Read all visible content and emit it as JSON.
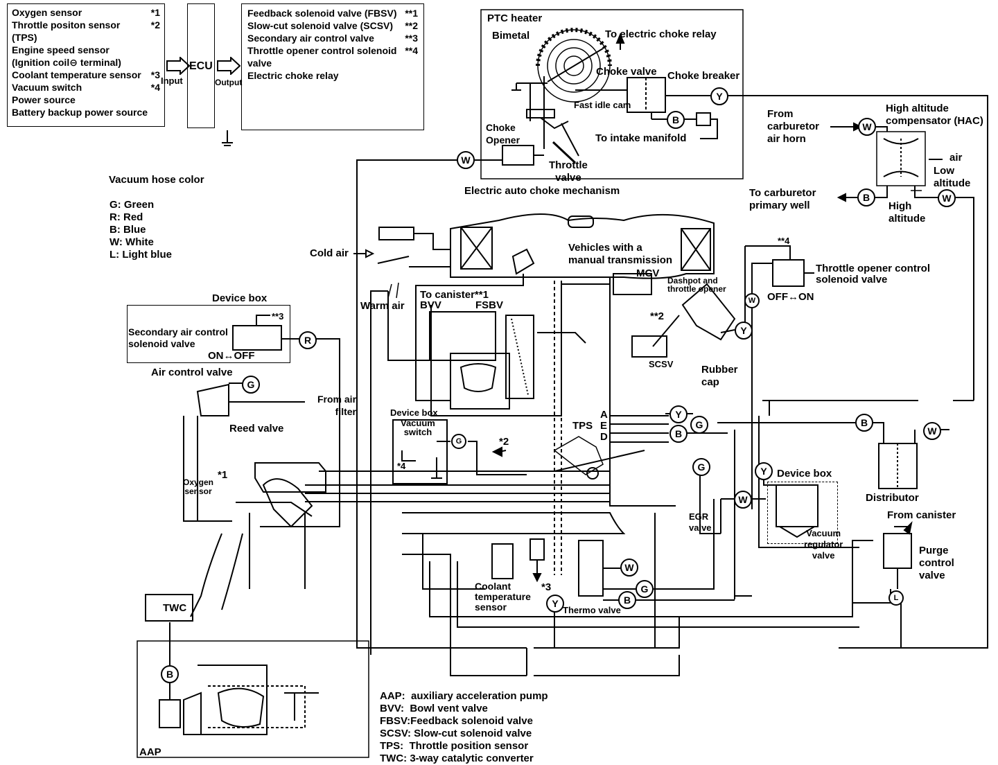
{
  "inputs": [
    {
      "name": "Oxygen sensor",
      "mark": "*1"
    },
    {
      "name": "Throttle positon sensor (TPS)",
      "mark": "*2"
    },
    {
      "name": "Engine speed sensor",
      "mark": ""
    },
    {
      "name": "(Ignition coil⊖ terminal)",
      "mark": ""
    },
    {
      "name": "Coolant temperature sensor",
      "mark": "*3"
    },
    {
      "name": "Vacuum switch",
      "mark": "*4"
    },
    {
      "name": "Power source",
      "mark": ""
    },
    {
      "name": "Battery backup power source",
      "mark": ""
    }
  ],
  "ecu": {
    "label": "ECU",
    "input_label": "Input",
    "output_label": "Output"
  },
  "outputs": [
    {
      "name": "Feedback solenoid valve (FBSV)",
      "mark": "**1"
    },
    {
      "name": "Slow-cut solenoid valve (SCSV)",
      "mark": "**2"
    },
    {
      "name": "Secondary air control valve",
      "mark": "**3"
    },
    {
      "name": "Throttle opener control solenoid valve",
      "mark": "**4"
    },
    {
      "name": "Electric choke relay",
      "mark": ""
    }
  ],
  "choke": {
    "ptc_heater": "PTC heater",
    "bimetal": "Bimetal",
    "to_relay": "To electric choke relay",
    "choke_valve": "Choke valve",
    "choke_breaker": "Choke breaker",
    "fast_idle_cam": "Fast idle cam",
    "to_intake": "To intake manifold",
    "choke_opener": "Choke\nOpener",
    "throttle_valve": "Throttle\nvalve",
    "caption": "Electric auto choke mechanism"
  },
  "hac": {
    "from_horn": "From\ncarburetor\nair horn",
    "title": "High altitude\ncompensator (HAC)",
    "air": "air",
    "low_alt": "Low\naltitude",
    "to_primary": "To carburetor\nprimary well",
    "high_alt": "High\naltitude"
  },
  "legend": {
    "title": "Vacuum hose color",
    "items": [
      "G: Green",
      "R: Red",
      "B: Blue",
      "W: White",
      "L: Light blue"
    ]
  },
  "labels": {
    "cold_air": "Cold air",
    "warm_air": "Warm air",
    "manual_tx": "Vehicles with a\nmanual transmission",
    "mcv": "MCV",
    "dashpot": "Dashpot and\nthrottle opener",
    "to_canister": "To canister",
    "to_canister_mark": "**1",
    "bvv": "BVV",
    "fsbv": "FSBV",
    "scsv_mark": "**2",
    "scsv": "SCSV",
    "rubber_cap": "Rubber\ncap",
    "toc_mark": "**4",
    "toc_valve": "Throttle opener control\nsolenoid valve",
    "off_on": "OFF↔ON",
    "device_box_1": "Device box",
    "sacv_mark": "**3",
    "sacv": "Secondary air control\nsolenoid valve",
    "on_off": "ON↔OFF",
    "air_control_valve": "Air control valve",
    "from_air_filter": "From air\nfilter",
    "reed_valve": "Reed valve",
    "device_box_2": "Device box",
    "vacuum_switch": "Vacuum\nswitch",
    "vs_mark": "*4",
    "tps_mark": "*2",
    "tps": "TPS",
    "port_a": "A",
    "port_e": "E",
    "port_d": "D",
    "oxygen_sensor": "Oxygen\nsensor",
    "o2_mark": "*1",
    "device_box_3": "Device box",
    "vacuum_regulator": "Vacuum\nregulator\nvalve",
    "egr_valve": "EGR\nvalve",
    "distributor": "Distributor",
    "from_canister": "From canister",
    "purge_valve": "Purge\ncontrol\nvalve",
    "coolant_sensor": "Coolant\ntemperature\nsensor",
    "coolant_mark": "*3",
    "thermo_valve": "Thermo valve",
    "twc": "TWC",
    "aap": "AAP"
  },
  "abbreviations": [
    "AAP:  auxiliary acceleration pump",
    "BVV:  Bowl vent valve",
    "FBSV:Feedback solenoid valve",
    "SCSV: Slow-cut solenoid valve",
    "TPS:  Throttle position sensor",
    "TWC: 3-way catalytic converter"
  ],
  "hose_tags": {
    "choke_y": "Y",
    "choke_b": "B",
    "choke_w": "W",
    "hac_w_in": "W",
    "hac_b": "B",
    "hac_w_out": "W",
    "sacv_r": "R",
    "acv_g": "G",
    "vs_g": "G",
    "toc_w": "W",
    "dash_y": "Y",
    "port_y": "Y",
    "port_g": "G",
    "port_b": "B",
    "egr_g": "G",
    "dist_b": "B",
    "dist_w": "W",
    "dbx_y": "Y",
    "dbx_w": "W",
    "thermo_w": "W",
    "thermo_g": "G",
    "thermo_b": "B",
    "coolant_y": "Y",
    "purge_l": "L",
    "aap_b": "B"
  }
}
